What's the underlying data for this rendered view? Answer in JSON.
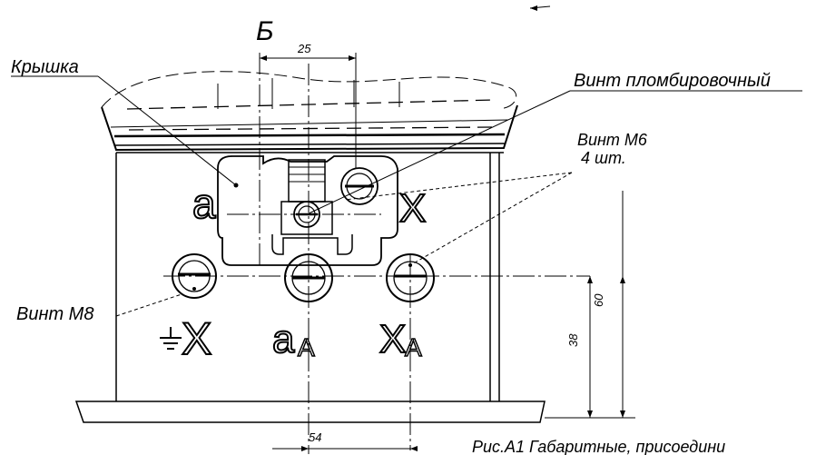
{
  "labels": {
    "view_letter": "Б",
    "cover": "Крышка",
    "seal_screw": "Винт пломбировочный",
    "screw_m6": "Винт М6",
    "screw_m6_qty": "4 шт.",
    "screw_m8": "Винт М8",
    "caption": "Рис.А1 Габаритные, присоедини"
  },
  "terminal_marks": {
    "a": "a",
    "x": "X",
    "a_sub": "A",
    "x_sub": "A",
    "ground_x": "X"
  },
  "dimensions": {
    "d25": "25",
    "d60": "60",
    "d38": "38",
    "d54": "54"
  },
  "colors": {
    "line": "#000000",
    "background": "#ffffff"
  },
  "icons": [
    "ground-symbol-icon",
    "arrow-icon"
  ]
}
